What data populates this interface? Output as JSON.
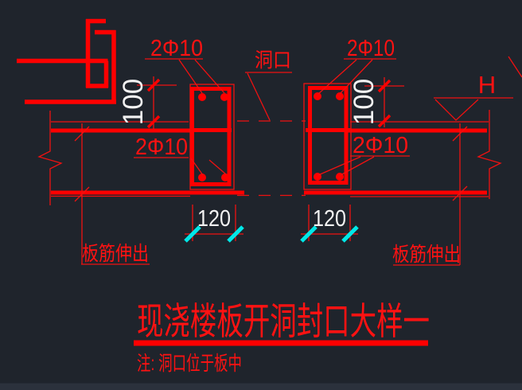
{
  "drawing": {
    "title": "现浇楼板开洞封口大样一",
    "note": "注: 洞口位于板中",
    "labels": {
      "rebar_spec": "2Φ10",
      "opening": "洞口",
      "slab_bar_extend": "板筋伸出",
      "level_mark": "H"
    },
    "dimensions": {
      "upstand_height": "100",
      "curb_width": "120"
    },
    "colors": {
      "background": "#1f242c",
      "line_red": "#ff0000",
      "dim_text_white": "#f2f2f2",
      "tick_cyan": "#00e8e8"
    }
  }
}
